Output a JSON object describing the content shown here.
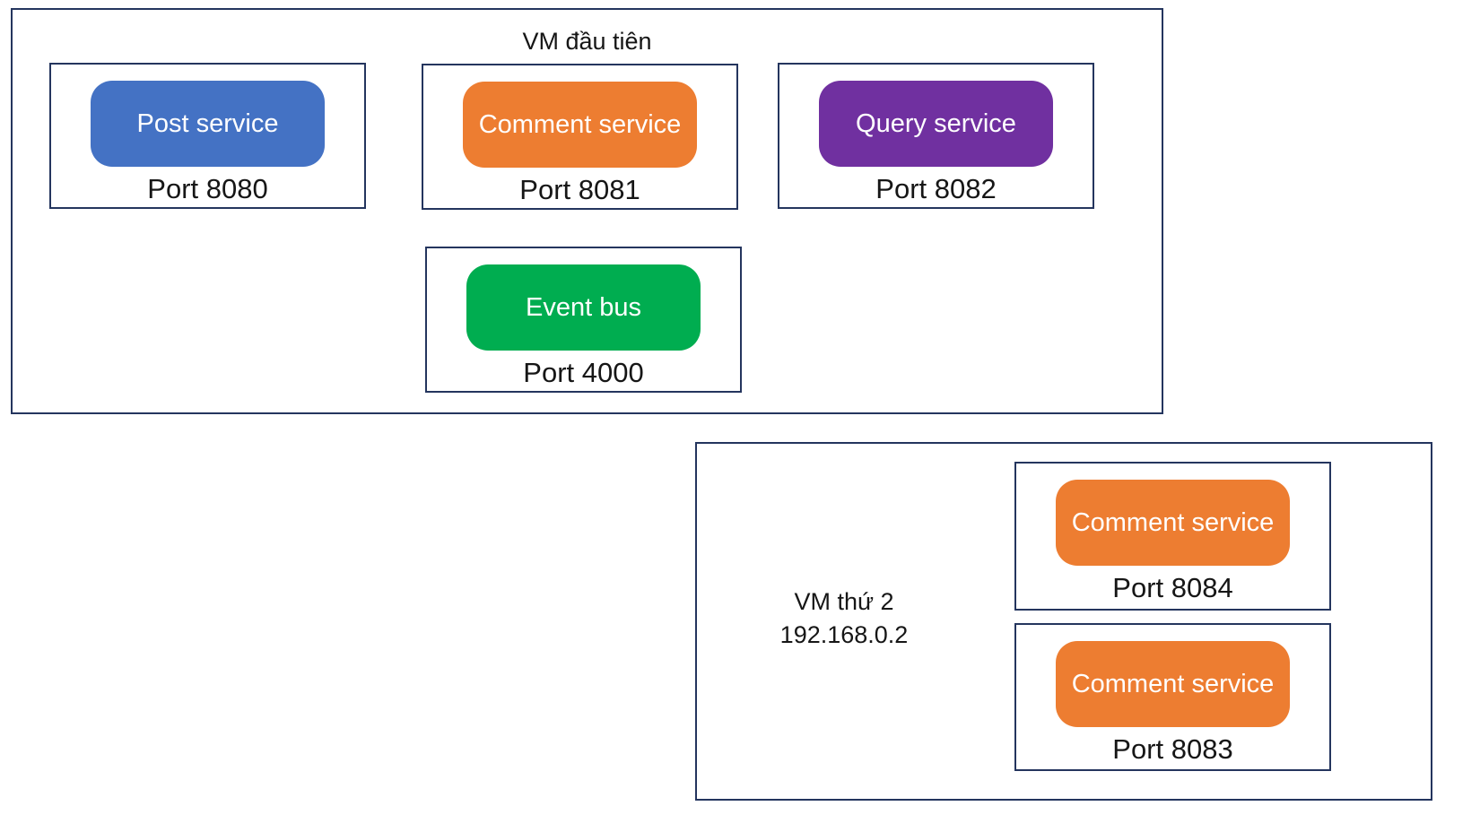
{
  "colors": {
    "outline": "#24355e",
    "post_service": "#4472c4",
    "comment_service": "#ed7d31",
    "query_service": "#7030a0",
    "event_bus": "#00ad50",
    "service_text": "#ffffff",
    "label_text": "#161616"
  },
  "vm1": {
    "title": "VM đầu tiên",
    "services": [
      {
        "name": "Post service",
        "port": "Port 8080",
        "color": "#4472c4"
      },
      {
        "name": "Comment service",
        "port": "Port 8081",
        "color": "#ed7d31"
      },
      {
        "name": "Query service",
        "port": "Port 8082",
        "color": "#7030a0"
      },
      {
        "name": "Event bus",
        "port": "Port 4000",
        "color": "#00ad50"
      }
    ]
  },
  "vm2": {
    "title": "VM thứ 2",
    "ip": "192.168.0.2",
    "services": [
      {
        "name": "Comment service",
        "port": "Port 8084",
        "color": "#ed7d31"
      },
      {
        "name": "Comment service",
        "port": "Port 8083",
        "color": "#ed7d31"
      }
    ]
  }
}
